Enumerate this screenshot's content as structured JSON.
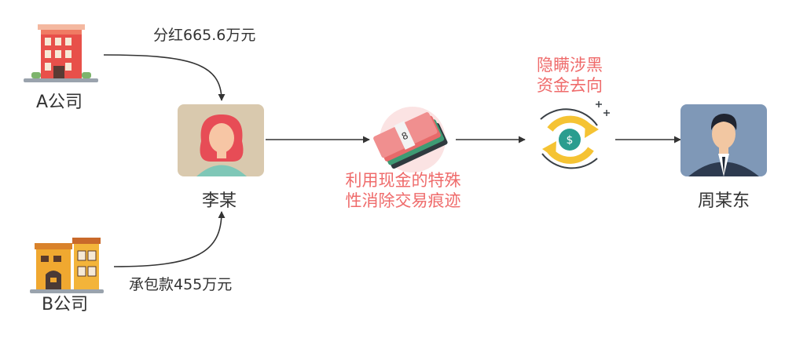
{
  "nodes": {
    "company_a": {
      "label": "A公司"
    },
    "company_b": {
      "label": "B公司"
    },
    "li": {
      "label": "李某"
    },
    "zhou": {
      "label": "周某东"
    },
    "cash": {
      "icon": "cash-bundle-icon"
    },
    "cycle": {
      "icon": "money-cycle-icon"
    }
  },
  "edges": {
    "a_to_li": {
      "label": "分红665.6万元"
    },
    "b_to_li": {
      "label": "承包款455万元"
    }
  },
  "annotations": {
    "cash_note_line1": "利用现金的特殊",
    "cash_note_line2": "性消除交易痕迹",
    "cycle_note_line1": "隐瞒涉黑",
    "cycle_note_line2": "资金去向"
  },
  "colors": {
    "arrow": "#333333",
    "highlight_text": "#ef6b6b",
    "label_text": "#333333"
  }
}
